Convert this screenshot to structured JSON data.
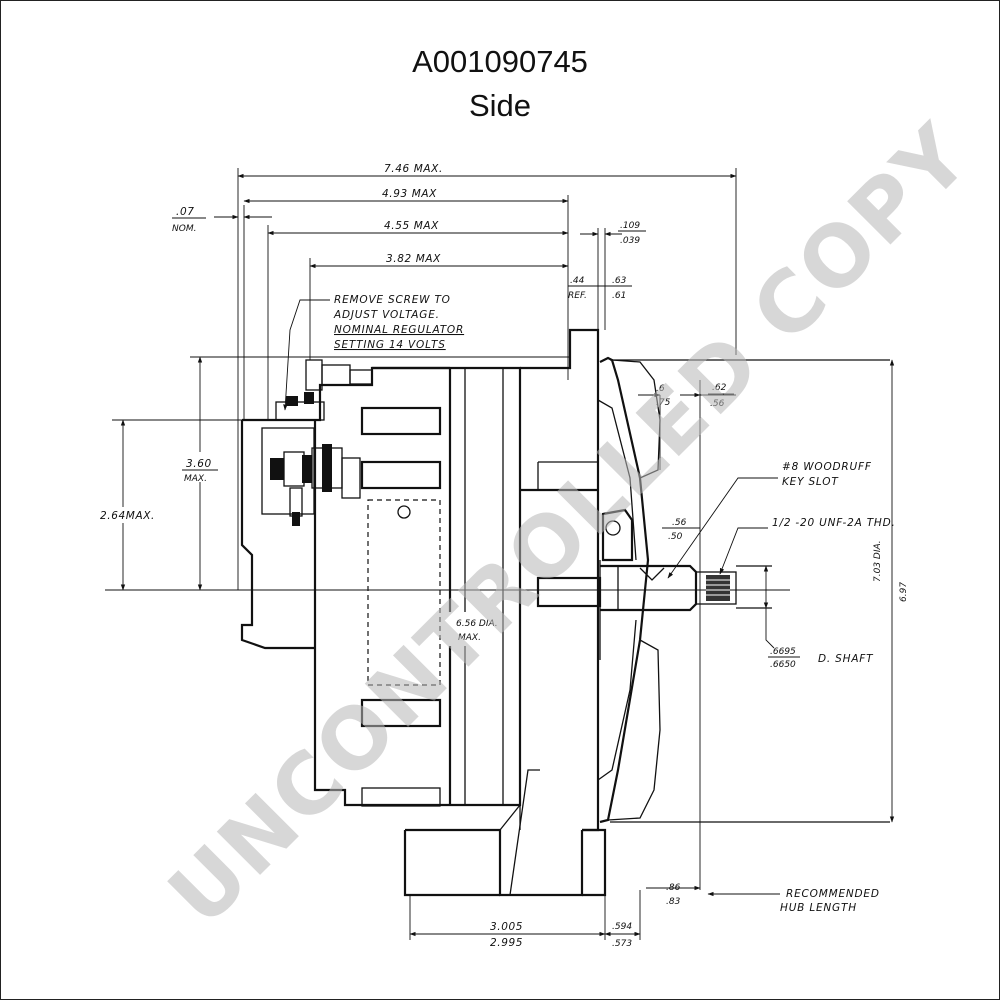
{
  "drawing": {
    "part_number": "A001090745",
    "view": "Side",
    "watermark": "UNCONTROLLED COPY"
  },
  "dimensions": {
    "overall_length": "7.46 MAX.",
    "length_a": "4.93 MAX",
    "length_b": "4.55 MAX",
    "length_c": "3.82 MAX",
    "nom_value": ".07",
    "nom_label": "NOM.",
    "flange_top": ".109",
    "flange_bottom": ".039",
    "ref_value": ".44",
    "ref_label": "REF.",
    "pulley_top": ".63",
    "pulley_bottom": ".61",
    "hub_a_top": ".6",
    "hub_a_bottom": ".75",
    "hub_b_top": ".62",
    "hub_b_bottom": ".56",
    "key_top": ".56",
    "key_bottom": ".50",
    "height_3_60": "3.60",
    "height_3_60_label": "MAX.",
    "height_2_64": "2.64MAX.",
    "body_dia": "6.56 DIA.",
    "body_dia_label": "MAX.",
    "pulley_dia_top": "7.03 DIA.",
    "pulley_dia_bottom": "6.97",
    "shaft_top": ".6695",
    "shaft_bottom": ".6650",
    "shaft_label": "D. SHAFT",
    "mount_top": "3.005",
    "mount_bottom": "2.995",
    "mount_b_top": ".594",
    "mount_b_bottom": ".573",
    "hub_len_top": ".86",
    "hub_len_bottom": ".83"
  },
  "notes": {
    "regulator_line1": "REMOVE SCREW TO",
    "regulator_line2": "ADJUST VOLTAGE.",
    "regulator_line3": "NOMINAL REGULATOR",
    "regulator_line4": "SETTING 14 VOLTS",
    "keyslot_line1": "#8 WOODRUFF",
    "keyslot_line2": "KEY SLOT",
    "thread": "1/2 -20 UNF-2A THD.",
    "hub_line1": "RECOMMENDED",
    "hub_line2": "HUB LENGTH"
  }
}
